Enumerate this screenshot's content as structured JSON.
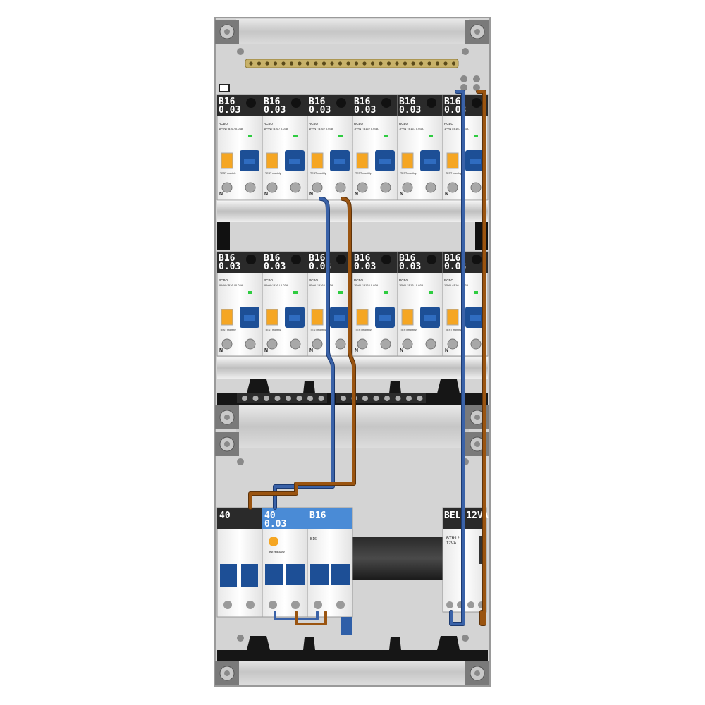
{
  "panel": {
    "rows": [
      {
        "modules": [
          {
            "rating": "B16",
            "sensitivity": "0.03",
            "type": "RCBO",
            "spec": "1P+N / B16 / 0.03A",
            "test": "TEST monthly"
          },
          {
            "rating": "B16",
            "sensitivity": "0.03",
            "type": "RCBO",
            "spec": "1P+N / B16 / 0.03A",
            "test": "TEST monthly"
          },
          {
            "rating": "B16",
            "sensitivity": "0.03",
            "type": "RCBO",
            "spec": "1P+N / B16 / 0.03A",
            "test": "TEST monthly"
          },
          {
            "rating": "B16",
            "sensitivity": "0.03",
            "type": "RCBO",
            "spec": "1P+N / B16 / 0.03A",
            "test": "TEST monthly"
          },
          {
            "rating": "B16",
            "sensitivity": "0.03",
            "type": "RCBO",
            "spec": "1P+N / B16 / 0.03A",
            "test": "TEST monthly"
          },
          {
            "rating": "B16",
            "sensitivity": "0.03",
            "type": "RCBO",
            "spec": "1P+N / B16 / 0.03A",
            "test": "TEST monthly"
          }
        ]
      },
      {
        "modules": [
          {
            "rating": "B16",
            "sensitivity": "0.03",
            "type": "RCBO",
            "spec": "1P+N / B16 / 0.03A",
            "test": "TEST monthly"
          },
          {
            "rating": "B16",
            "sensitivity": "0.03",
            "type": "RCBO",
            "spec": "1P+N / B16 / 0.03A",
            "test": "TEST monthly"
          },
          {
            "rating": "B16",
            "sensitivity": "0.03",
            "type": "RCBO",
            "spec": "1P+N / B16 / 0.03A",
            "test": "TEST monthly"
          },
          {
            "rating": "B16",
            "sensitivity": "0.03",
            "type": "RCBO",
            "spec": "1P+N / B16 / 0.03A",
            "test": "TEST monthly"
          },
          {
            "rating": "B16",
            "sensitivity": "0.03",
            "type": "RCBO",
            "spec": "1P+N / B16 / 0.03A",
            "test": "TEST monthly"
          },
          {
            "rating": "B16",
            "sensitivity": "0.03",
            "type": "RCBO",
            "spec": "1P+N / B16 / 0.03A",
            "test": "TEST monthly"
          }
        ]
      }
    ],
    "bottom_row": {
      "main_switch": {
        "rating": "40"
      },
      "rcd": {
        "rating": "40",
        "sensitivity": "0.03",
        "test": "Test regularly"
      },
      "mcb": {
        "rating": "B16",
        "type": "B16"
      },
      "transformer": {
        "label": "BEL 12VA",
        "model": "BTR12",
        "power": "12VA"
      }
    },
    "terminal_mark": "N",
    "colors": {
      "enclosure": "#d4d4d4",
      "label_bar": "#2a2a2a",
      "label_bar_blue": "#4a8bd6",
      "toggle_blue": "#1d4f96",
      "toggle_orange": "#f5a623",
      "wire_blue": "#3a62a8",
      "wire_brown": "#9a5410",
      "busbar_brass": "#c8b26a"
    }
  }
}
